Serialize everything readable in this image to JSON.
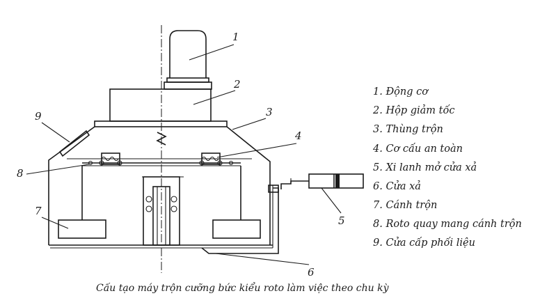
{
  "diagram": {
    "part_numbers": [
      "1",
      "2",
      "3",
      "4",
      "5",
      "6",
      "7",
      "8",
      "9"
    ],
    "legend": [
      "1. Động cơ",
      "2. Hộp giảm tốc",
      "3. Thùng trộn",
      "4. Cơ cấu an toàn",
      "5. Xi lanh mở cửa xả",
      "6. Cửa xả",
      "7. Cánh trộn",
      "8. Roto quay mang cánh trộn",
      "9. Cửa cấp phối liệu"
    ],
    "caption": "Cấu tạo máy trộn cưỡng bức kiểu roto làm việc theo chu kỳ"
  }
}
